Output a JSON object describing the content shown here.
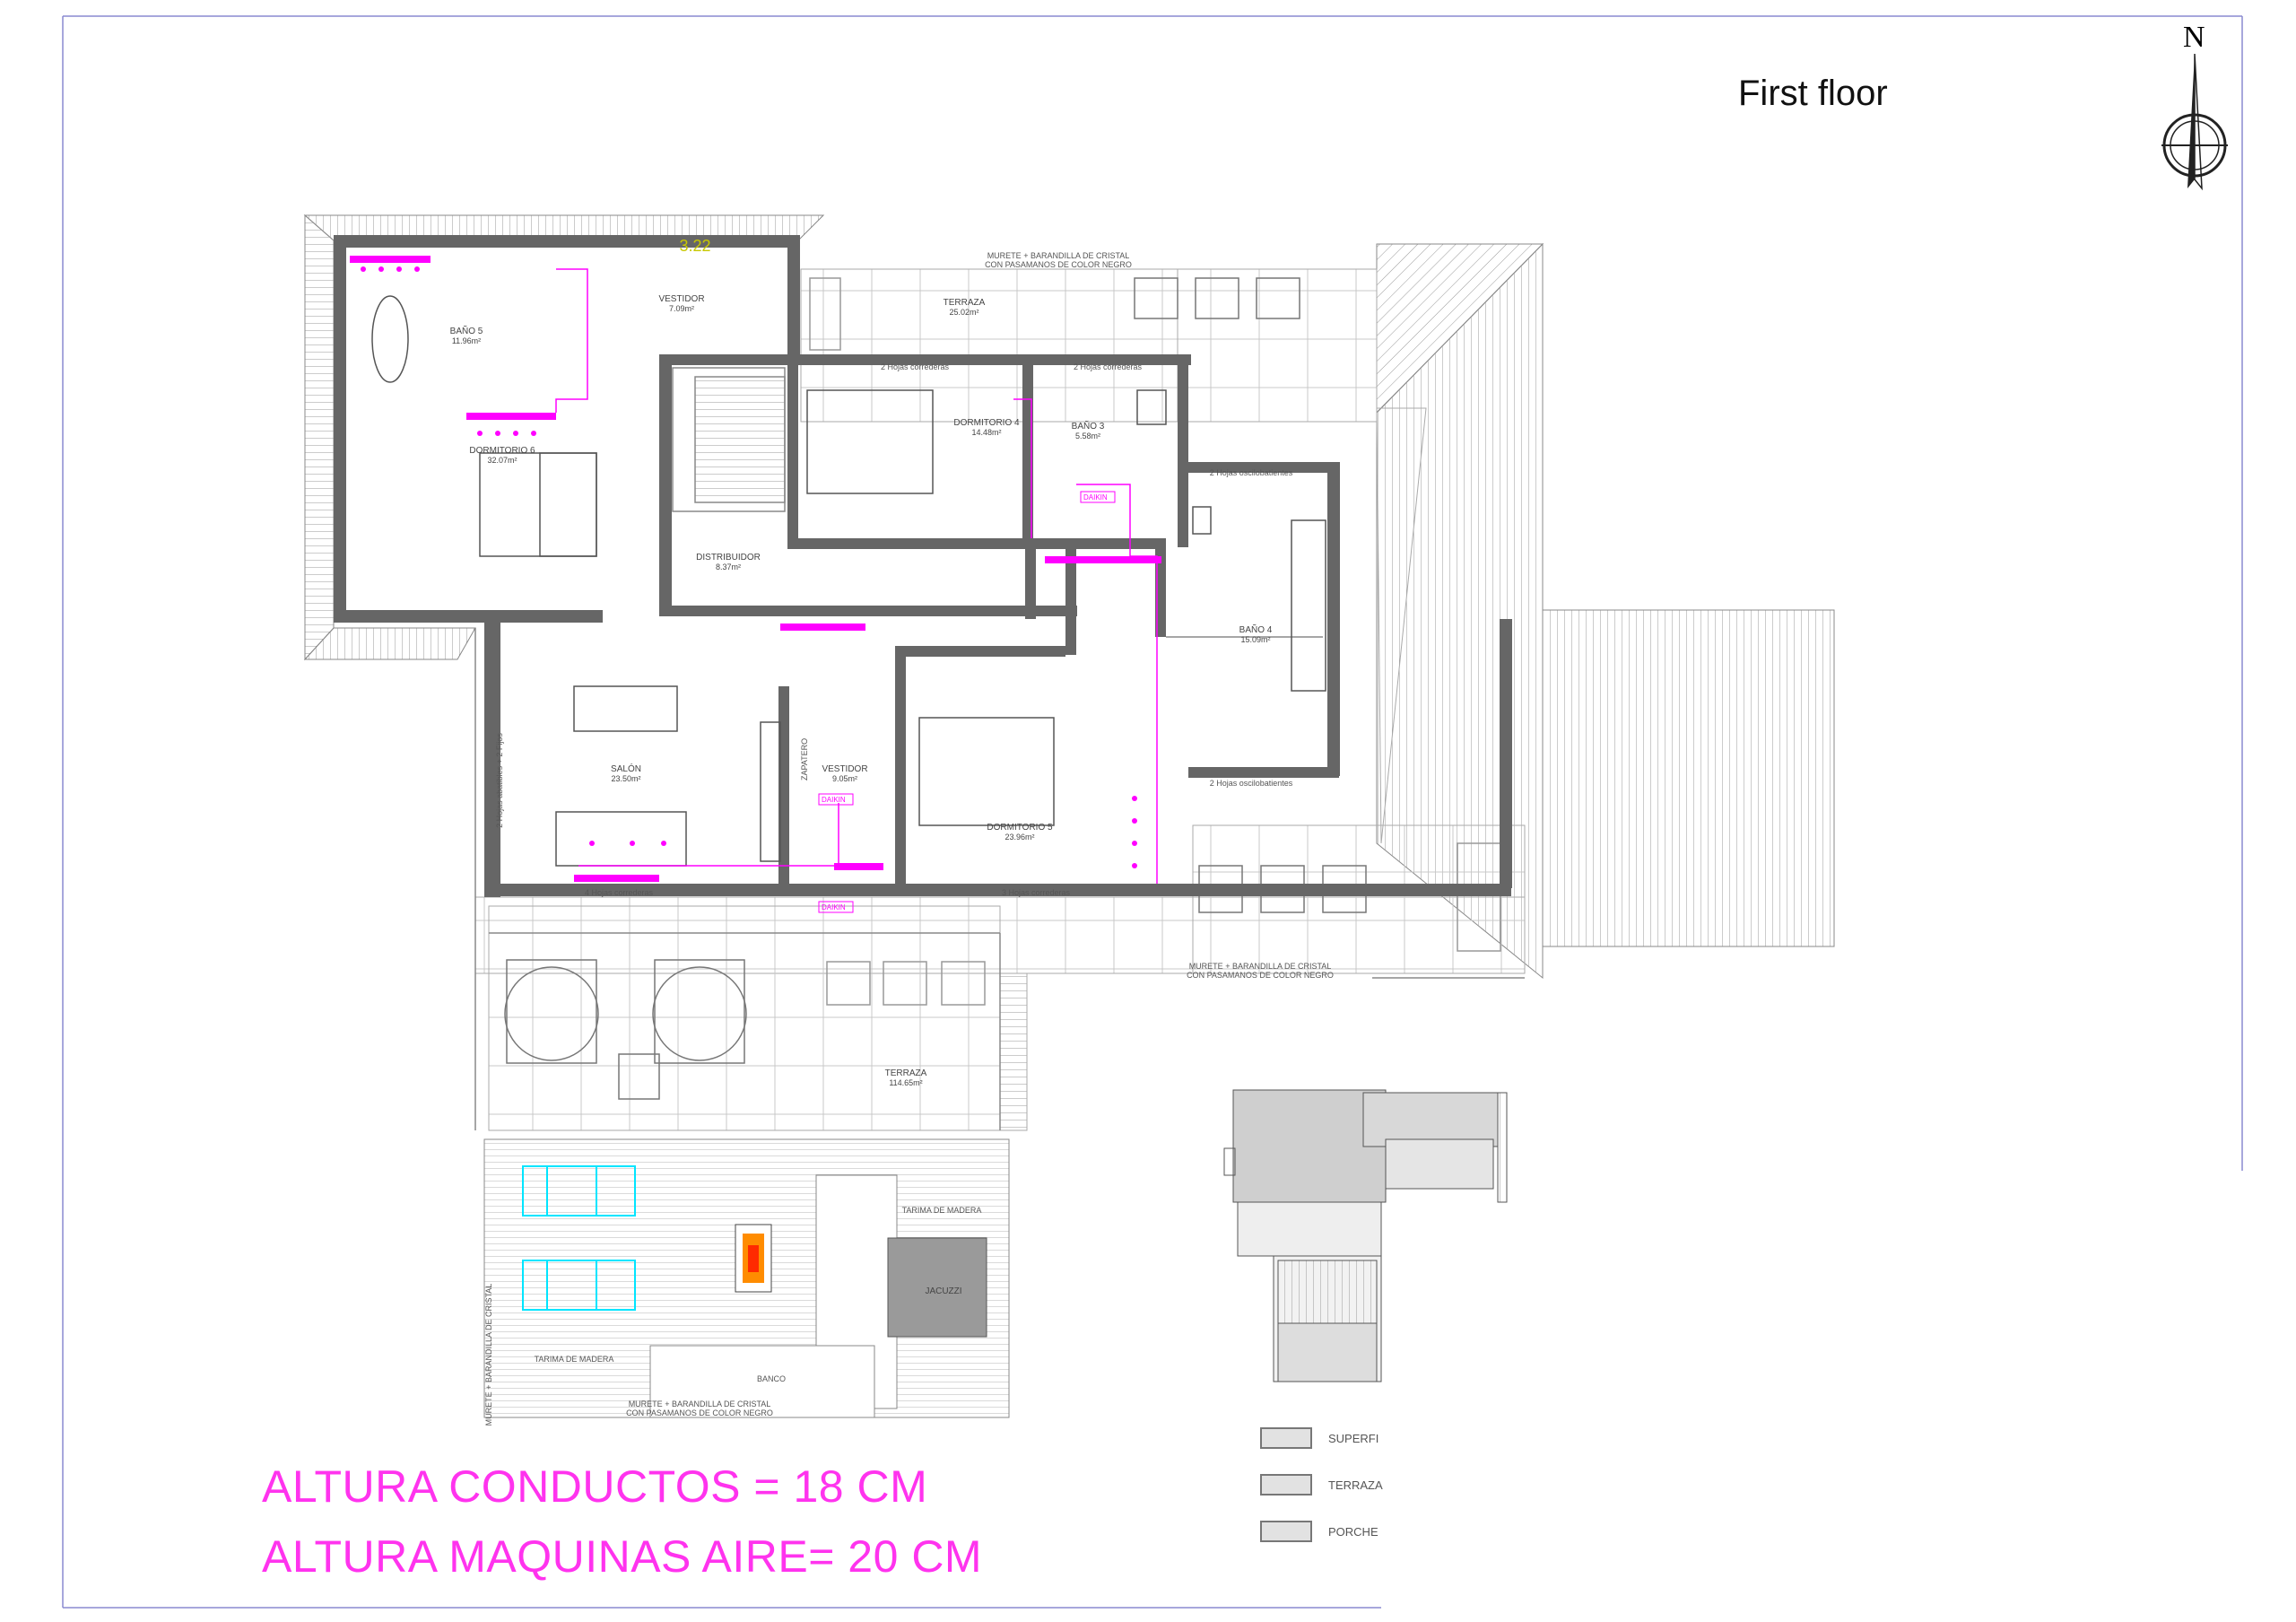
{
  "header": {
    "title": "First floor",
    "north_label": "N"
  },
  "rooms": [
    {
      "key": "bano5",
      "name": "BAÑO 5",
      "area": "11.96m²"
    },
    {
      "key": "dorm6",
      "name": "DORMITORIO 6",
      "area": "32.07m²"
    },
    {
      "key": "vestidor1",
      "name": "VESTIDOR",
      "area": "7.09m²"
    },
    {
      "key": "terraza1",
      "name": "TERRAZA",
      "area": "25.02m²"
    },
    {
      "key": "dorm4",
      "name": "DORMITORIO 4",
      "area": "14.48m²"
    },
    {
      "key": "bano3",
      "name": "BAÑO 3",
      "area": "5.58m²"
    },
    {
      "key": "distribuidor",
      "name": "DISTRIBUIDOR",
      "area": "8.37m²"
    },
    {
      "key": "bano4",
      "name": "BAÑO 4",
      "area": "15.09m²"
    },
    {
      "key": "salon",
      "name": "SALÓN",
      "area": "23.50m²"
    },
    {
      "key": "vestidor2",
      "name": "VESTIDOR",
      "area": "9.05m²"
    },
    {
      "key": "dorm5",
      "name": "DORMITORIO 5",
      "area": "23.96m²"
    },
    {
      "key": "terraza2",
      "name": "TERRAZA",
      "area": "114.65m²"
    }
  ],
  "labels": {
    "zapatero": "ZAPATERO",
    "jacuzzi": "JACUZZI",
    "banco": "BANCO",
    "tarima1": "TARIMA DE MADERA",
    "tarima2": "TARIMA DE MADERA",
    "hojas_corredera_top": "2 Hojas correderas",
    "hojas_corredera_mid": "2 Hojas correderas",
    "hojas_osc_1": "2 Hojas oscilobatientes",
    "hojas_osc_2": "2 Hojas oscilobatientes",
    "hojas_corredera_4": "4 Hojas correderas",
    "hojas_corredera_3": "3 Hojas correderas",
    "hojas_abatibles": "2 Hojas abatibles + 2 Fijos",
    "murete_top_1": "MURETE + BARANDILLA DE CRISTAL",
    "murete_top_2": "CON PASAMANOS DE COLOR NEGRO",
    "murete_mid_1": "MURETE + BARANDILLA DE CRISTAL",
    "murete_mid_2": "CON PASAMANOS DE COLOR NEGRO",
    "murete_bottom_1": "MURETE + BARANDILLA DE CRISTAL",
    "murete_bottom_2": "CON PASAMANOS DE COLOR NEGRO",
    "murete_side": "MURETE + BARANDILLA DE CRISTAL",
    "dimension": "3.22"
  },
  "ac_units": [
    "DAIKIN",
    "DAIKIN",
    "DAIKIN"
  ],
  "notes": {
    "conductos": "ALTURA CONDUCTOS = 18 CM",
    "maquinas": "ALTURA MAQUINAS AIRE= 20 CM"
  },
  "legend": [
    {
      "label": "SUPERFI"
    },
    {
      "label": "TERRAZA"
    },
    {
      "label": "PORCHE"
    }
  ],
  "colors": {
    "wall": "#666666",
    "duct": "#ff00ff",
    "glass": "#00e5ff",
    "dimension": "#c8c800",
    "frame": "#8a8ad0"
  }
}
